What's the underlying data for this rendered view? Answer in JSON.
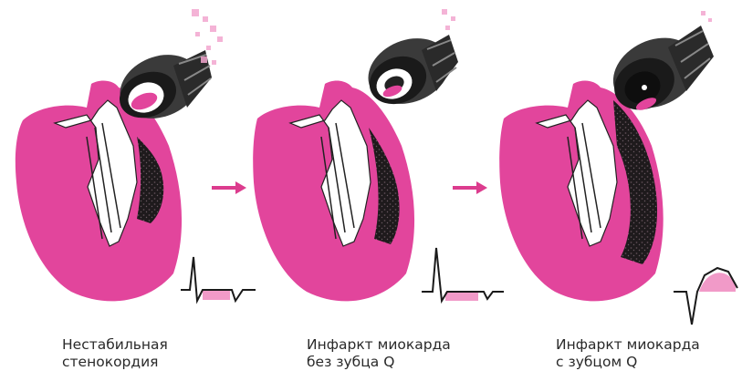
{
  "colors": {
    "myocardium": "#e2459c",
    "myocardium_light": "#f19ac8",
    "necrosis": "#1e1a1c",
    "vessel": "#2b2b2b",
    "ecg_line": "#1a1a1a",
    "arrow": "#dc3c8e"
  },
  "panels": [
    {
      "id": "unstable-angina",
      "caption_line1": "Нестабильная",
      "caption_line2": "стенокордия"
    },
    {
      "id": "mi-without-q",
      "caption_line1": "Инфаркт миокарда",
      "caption_line2": "без зубца Q"
    },
    {
      "id": "mi-with-q",
      "caption_line1": "Инфаркт миокарда",
      "caption_line2": "с зубцом Q"
    }
  ]
}
